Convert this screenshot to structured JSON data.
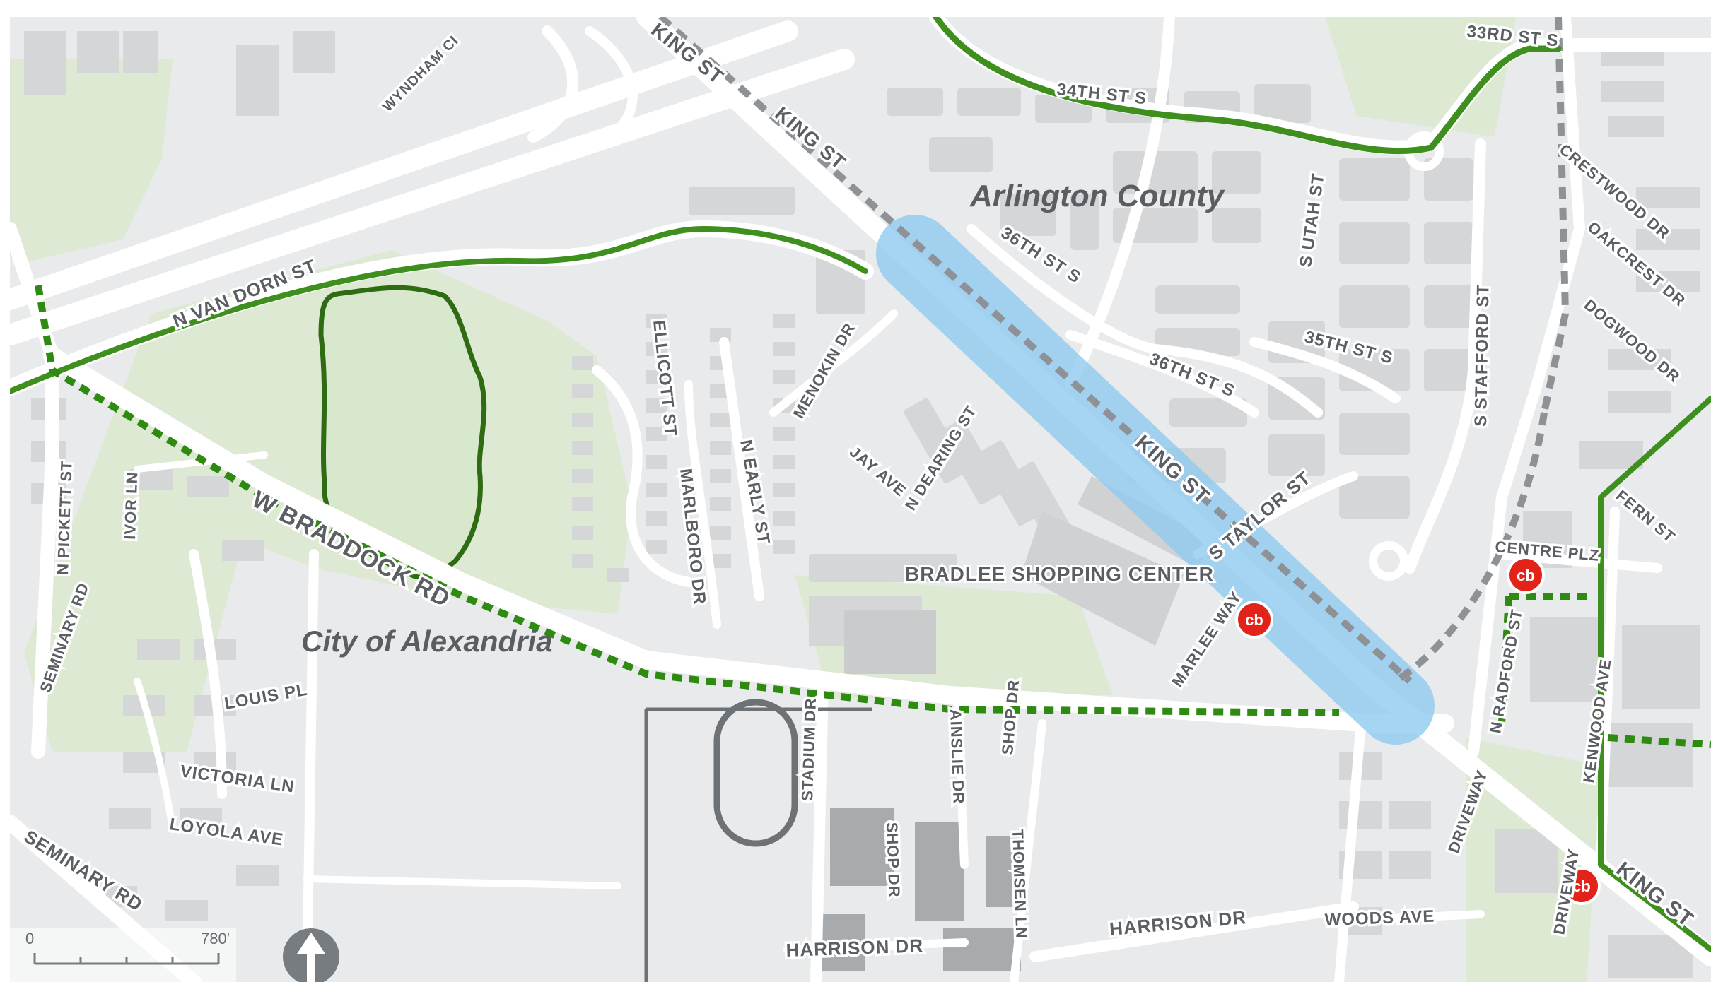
{
  "map": {
    "area_labels": {
      "arlington": "Arlington County",
      "alexandria": "City of Alexandria"
    },
    "poi_labels": {
      "bradlee": "BRADLEE SHOPPING CENTER"
    },
    "streets": {
      "king_st_1": "KING ST",
      "king_st_2": "KING ST",
      "king_st_3": "KING ST",
      "king_st_4": "KING ST",
      "n_van_dorn_st": "N VAN DORN ST",
      "w_braddock_rd": "W BRADDOCK RD",
      "wyndham": "WYNDHAM CI",
      "st_34th": "34TH ST S",
      "st_33rd": "33RD ST S",
      "st_36th_1": "36TH ST S",
      "st_36th_2": "36TH ST S",
      "st_35th": "35TH ST S",
      "s_utah": "S UTAH ST",
      "s_stafford": "S STAFFORD ST",
      "s_taylor": "S TAYLOR ST",
      "crestwood": "CRESTWOOD DR",
      "oakcrest": "OAKCREST DR",
      "dogwood": "DOGWOOD DR",
      "fern": "FERN ST",
      "centre_plz": "CENTRE PLZ",
      "n_radford": "N RADFORD ST",
      "kenwood": "KENWOOD AVE",
      "driveway_1": "DRIVEWAY",
      "driveway_2": "DRIVEWAY",
      "menokin": "MENOKIN DR",
      "ellicott": "ELLICOTT ST",
      "n_early": "N EARLY ST",
      "marlboro": "MARLBORO DR",
      "jay_ave": "JAY AVE",
      "n_dearing": "N DEARING ST",
      "marlee": "MARLEE WAY",
      "n_pickett": "N PICKETT ST",
      "ivor": "IVOR LN",
      "seminary_1": "SEMINARY RD",
      "seminary_2": "SEMINARY RD",
      "louis": "LOUIS PL",
      "victoria": "VICTORIA LN",
      "loyola": "LOYOLA AVE",
      "stadium": "STADIUM DR",
      "ainslie": "AINSLIE DR",
      "shop_1": "SHOP DR",
      "shop_2": "SHOP DR",
      "thomsen": "THOMSEN LN",
      "harrison_1": "HARRISON DR",
      "harrison_2": "HARRISON DR",
      "woods": "WOODS AVE"
    },
    "bikeshare_label": "cb",
    "scale_bar": {
      "start": "0",
      "end": "780'"
    },
    "colors": {
      "background": "#e9eaeb",
      "block": "#d4d6d8",
      "road": "#ffffff",
      "park": "#dde9d3",
      "bike_trail": "#3f8f1e",
      "highlight": "#8fcbef",
      "bikeshare": "#e2231a"
    }
  }
}
